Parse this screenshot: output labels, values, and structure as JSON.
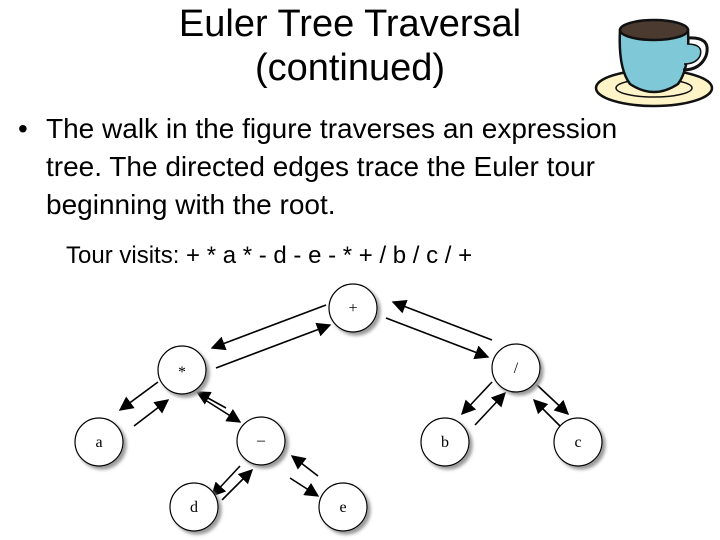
{
  "slide": {
    "title_line1": "Euler Tree Traversal",
    "title_line2": "(continued)",
    "bullet_mark": "•",
    "bullet_text": "The walk in the figure traverses an expression tree.  The directed edges trace the Euler tour beginning with the root.",
    "tour_label": "Tour visits:",
    "tour_sequence": "+ * a * - d - e - * + / b / c / +"
  },
  "tree": {
    "nodes": [
      {
        "id": "root",
        "label": "+"
      },
      {
        "id": "mul",
        "label": "*"
      },
      {
        "id": "div",
        "label": "/"
      },
      {
        "id": "a",
        "label": "a"
      },
      {
        "id": "minus",
        "label": "–"
      },
      {
        "id": "b",
        "label": "b"
      },
      {
        "id": "c",
        "label": "c"
      },
      {
        "id": "d",
        "label": "d"
      },
      {
        "id": "e",
        "label": "e"
      }
    ]
  },
  "decoration": {
    "cup_icon": "coffee-cup-icon",
    "colors": {
      "cup_fill": "#7ec8d8",
      "saucer_fill": "#fff4c8",
      "coffee": "#4a3a30"
    }
  }
}
